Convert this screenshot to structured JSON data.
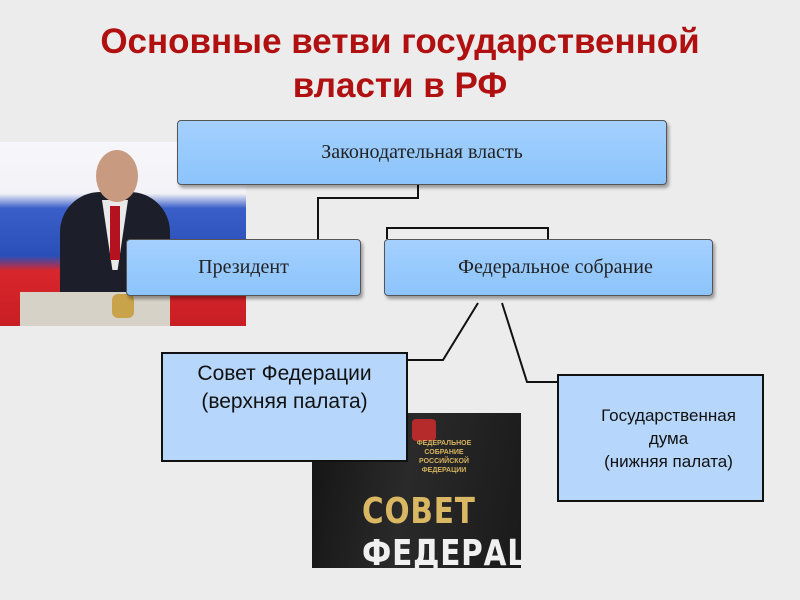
{
  "title": {
    "line1": "Основные ветви  государственной",
    "line2": "власти в РФ"
  },
  "boxes": {
    "legislative": "Законодательная власть",
    "president": "Президент",
    "federal_assembly": "Федеральное собрание",
    "federation_council": {
      "line1": "Совет Федерации",
      "line2": "(верхняя палата)"
    },
    "state_duma": {
      "line1": "Государственная",
      "line2": "дума",
      "line3": "(нижняя палата)"
    }
  },
  "photos": {
    "sovet_plaque_small": "ФЕДЕРАЛЬНОЕ СОБРАНИЕ РОССИЙСКОЙ ФЕДЕРАЦИИ",
    "sovet_plaque_big_line1": "СОВЕТ",
    "sovet_plaque_big_line2": "ФЕДЕРАЦИИ"
  },
  "colors": {
    "title": "#b01010",
    "box_fill": "#9ccbff",
    "background": "#ececec"
  }
}
